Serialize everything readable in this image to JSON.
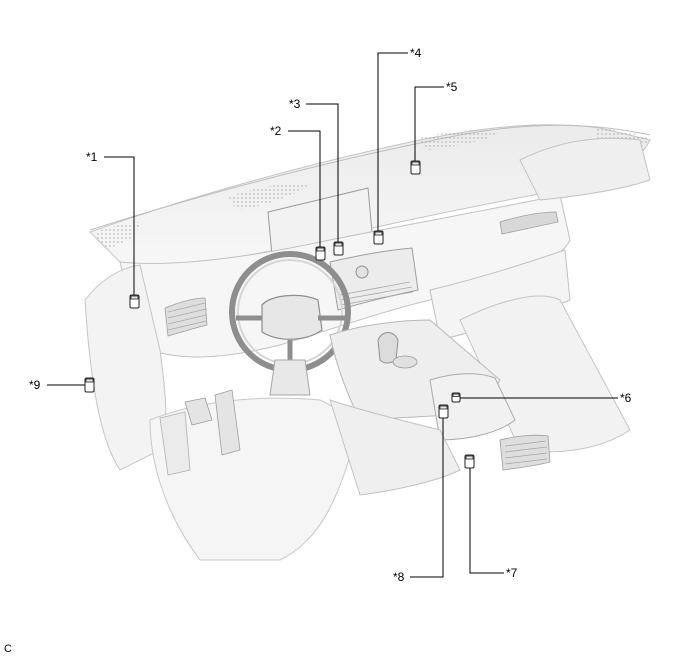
{
  "callouts": [
    {
      "id": "1",
      "label": "*1"
    },
    {
      "id": "2",
      "label": "*2"
    },
    {
      "id": "3",
      "label": "*3"
    },
    {
      "id": "4",
      "label": "*4"
    },
    {
      "id": "5",
      "label": "*5"
    },
    {
      "id": "6",
      "label": "*6"
    },
    {
      "id": "7",
      "label": "*7"
    },
    {
      "id": "8",
      "label": "*8"
    },
    {
      "id": "9",
      "label": "*9"
    }
  ],
  "corner_letter": "C",
  "colors": {
    "body_light": "#f4f4f4",
    "body_mid": "#e4e4e4",
    "body_shadow": "#cfcfcf",
    "outline": "#b5b5b5",
    "dark_detail": "#8f8f8f"
  }
}
